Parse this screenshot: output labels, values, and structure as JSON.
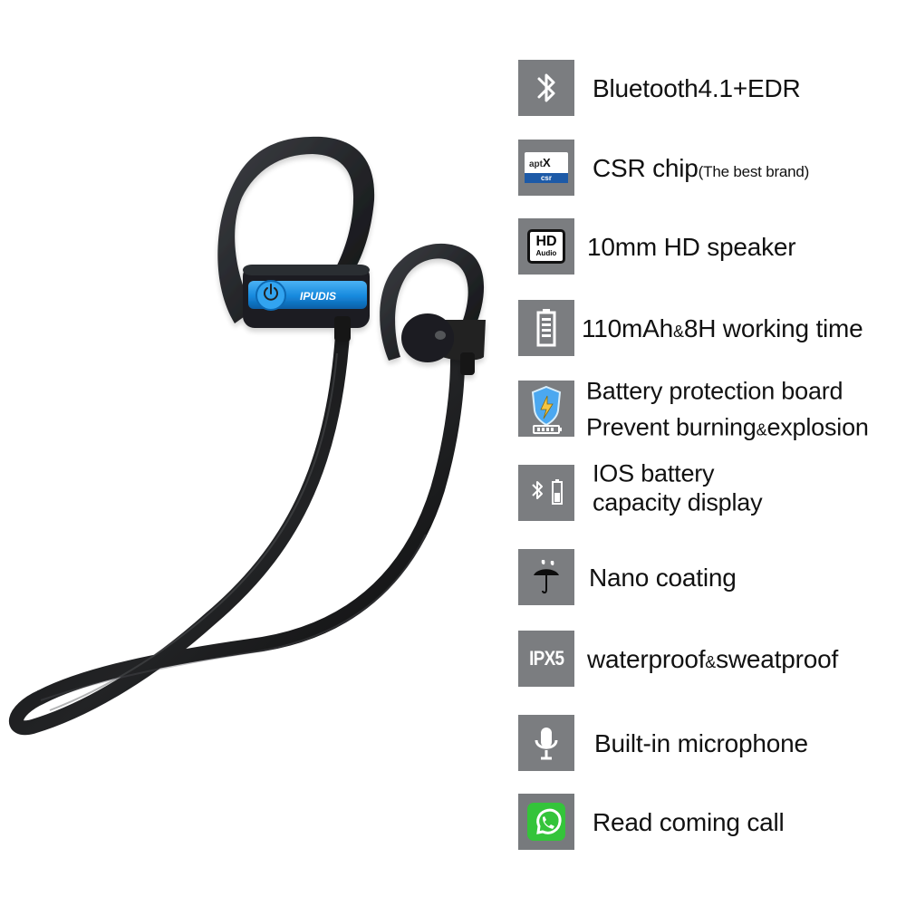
{
  "product": {
    "brand_logo": "IPUDIS"
  },
  "features": [
    {
      "icon": "bluetooth-icon",
      "text": "Bluetooth4.1+EDR"
    },
    {
      "icon": "aptx-csr-icon",
      "text": "CSR chip",
      "note": "(The best brand)",
      "badge_top": "apt",
      "badge_x": "X",
      "badge_bottom": "csr"
    },
    {
      "icon": "hd-audio-icon",
      "text": "10mm HD speaker",
      "badge_top": "HD",
      "badge_bottom": "Audio"
    },
    {
      "icon": "battery-icon",
      "text_before": "110mAh",
      "text_small": "&",
      "text_after": "8H working time"
    },
    {
      "icon": "battery-shield-icon",
      "line1": "Battery protection board",
      "line2_before": "Prevent burning",
      "line2_small": "&",
      "line2_after": "explosion"
    },
    {
      "icon": "bluetooth-battery-icon",
      "line1": "IOS battery",
      "line2": "capacity display"
    },
    {
      "icon": "umbrella-rain-icon",
      "text": "Nano coating"
    },
    {
      "icon": "ipx5-icon",
      "icon_label": "IPX5",
      "text_before": "waterproof",
      "text_small": "&",
      "text_after": "sweatproof"
    },
    {
      "icon": "microphone-icon",
      "text": "Built-in microphone"
    },
    {
      "icon": "phone-call-icon",
      "text": "Read coming call"
    }
  ],
  "colors": {
    "icon_background": "#7b7d80",
    "accent_blue": "#1e93ea",
    "cable_black": "#151515",
    "call_green": "#2ebd39"
  }
}
